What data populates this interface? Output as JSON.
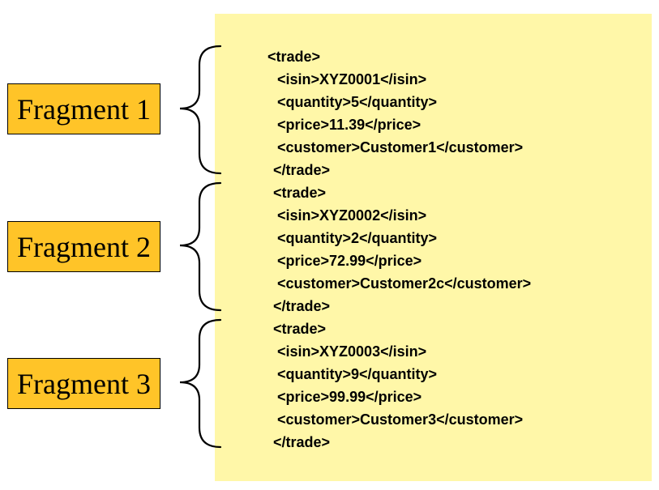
{
  "colors": {
    "panel_background": "#fff7a8",
    "label_background": "#ffc428",
    "text": "#000000"
  },
  "fragments": [
    {
      "label": "Fragment 1",
      "lines": [
        "<trade>",
        "  <isin>XYZ0001</isin>",
        "  <quantity>5</quantity>",
        "  <price>11.39</price>",
        "  <customer>Customer1</customer>",
        "</trade>"
      ]
    },
    {
      "label": "Fragment 2",
      "lines": [
        "<trade>",
        "  <isin>XYZ0002</isin>",
        "  <quantity>2</quantity>",
        "  <price>72.99</price>",
        "  <customer>Customer2c</customer>",
        "</trade>"
      ]
    },
    {
      "label": "Fragment 3",
      "lines": [
        "<trade>",
        "  <isin>XYZ0003</isin>",
        "  <quantity>9</quantity>",
        "  <price>99.99</price>",
        "  <customer>Customer3</customer>",
        "</trade>"
      ]
    }
  ]
}
